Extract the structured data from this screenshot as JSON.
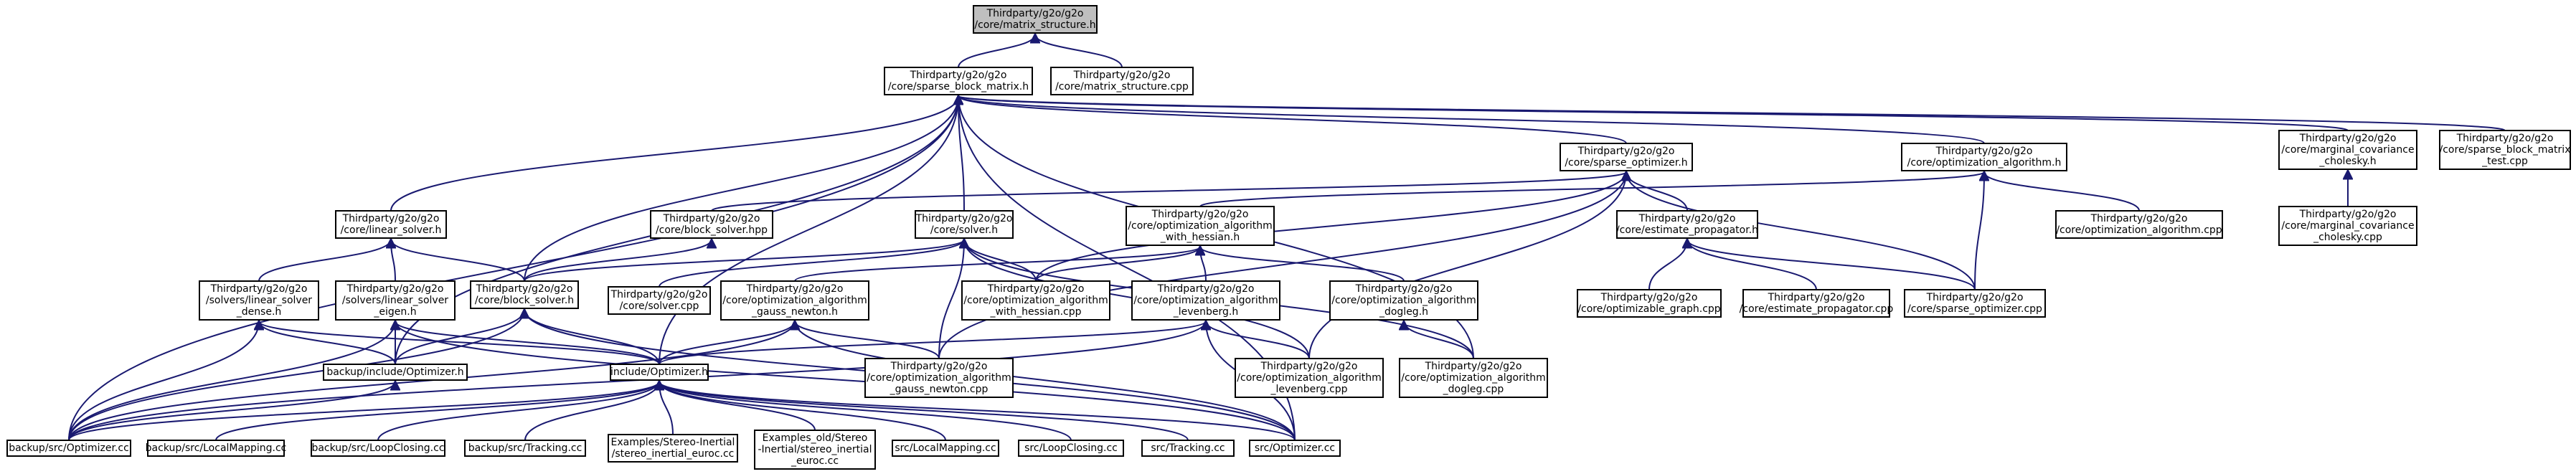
{
  "graph": {
    "edge_color": "#191970",
    "root_fill": "#bfbfbf",
    "nodes": [
      {
        "id": "ms_h",
        "lines": [
          "Thirdparty/g2o/g2o",
          "/core/matrix_structure.h"
        ],
        "root": true
      },
      {
        "id": "sbm_h",
        "lines": [
          "Thirdparty/g2o/g2o",
          "/core/sparse_block_matrix.h"
        ]
      },
      {
        "id": "ms_cpp",
        "lines": [
          "Thirdparty/g2o/g2o",
          "/core/matrix_structure.cpp"
        ]
      },
      {
        "id": "sparse_opt_h",
        "lines": [
          "Thirdparty/g2o/g2o",
          "/core/sparse_optimizer.h"
        ]
      },
      {
        "id": "opt_alg_h",
        "lines": [
          "Thirdparty/g2o/g2o",
          "/core/optimization_algorithm.h"
        ]
      },
      {
        "id": "marg_chol_h",
        "lines": [
          "Thirdparty/g2o/g2o",
          "/core/marginal_covariance",
          "_cholesky.h"
        ]
      },
      {
        "id": "sbm_test",
        "lines": [
          "Thirdparty/g2o/g2o",
          "/core/sparse_block_matrix",
          "_test.cpp"
        ]
      },
      {
        "id": "linear_solver_h",
        "lines": [
          "Thirdparty/g2o/g2o",
          "/core/linear_solver.h"
        ]
      },
      {
        "id": "block_solver_hpp",
        "lines": [
          "Thirdparty/g2o/g2o",
          "/core/block_solver.hpp"
        ]
      },
      {
        "id": "solver_h",
        "lines": [
          "Thirdparty/g2o/g2o",
          "/core/solver.h"
        ]
      },
      {
        "id": "oa_hessian_h",
        "lines": [
          "Thirdparty/g2o/g2o",
          "/core/optimization_algorithm",
          "_with_hessian.h"
        ]
      },
      {
        "id": "est_prop_h",
        "lines": [
          "Thirdparty/g2o/g2o",
          "/core/estimate_propagator.h"
        ]
      },
      {
        "id": "opt_alg_cpp",
        "lines": [
          "Thirdparty/g2o/g2o",
          "/core/optimization_algorithm.cpp"
        ]
      },
      {
        "id": "marg_chol_cpp",
        "lines": [
          "Thirdparty/g2o/g2o",
          "/core/marginal_covariance",
          "_cholesky.cpp"
        ]
      },
      {
        "id": "ls_dense_h",
        "lines": [
          "Thirdparty/g2o/g2o",
          "/solvers/linear_solver",
          "_dense.h"
        ]
      },
      {
        "id": "ls_eigen_h",
        "lines": [
          "Thirdparty/g2o/g2o",
          "/solvers/linear_solver",
          "_eigen.h"
        ]
      },
      {
        "id": "block_solver_h",
        "lines": [
          "Thirdparty/g2o/g2o",
          "/core/block_solver.h"
        ]
      },
      {
        "id": "solver_cpp",
        "lines": [
          "Thirdparty/g2o/g2o",
          "/core/solver.cpp"
        ]
      },
      {
        "id": "oa_gn_h",
        "lines": [
          "Thirdparty/g2o/g2o",
          "/core/optimization_algorithm",
          "_gauss_newton.h"
        ]
      },
      {
        "id": "oa_hessian_cpp",
        "lines": [
          "Thirdparty/g2o/g2o",
          "/core/optimization_algorithm",
          "_with_hessian.cpp"
        ]
      },
      {
        "id": "oa_lev_h",
        "lines": [
          "Thirdparty/g2o/g2o",
          "/core/optimization_algorithm",
          "_levenberg.h"
        ]
      },
      {
        "id": "oa_dogleg_h",
        "lines": [
          "Thirdparty/g2o/g2o",
          "/core/optimization_algorithm",
          "_dogleg.h"
        ]
      },
      {
        "id": "optimizable_graph_cpp",
        "lines": [
          "Thirdparty/g2o/g2o",
          "/core/optimizable_graph.cpp"
        ]
      },
      {
        "id": "est_prop_cpp",
        "lines": [
          "Thirdparty/g2o/g2o",
          "/core/estimate_propagator.cpp"
        ]
      },
      {
        "id": "sparse_opt_cpp",
        "lines": [
          "Thirdparty/g2o/g2o",
          "/core/sparse_optimizer.cpp"
        ]
      },
      {
        "id": "backup_include_opt_h",
        "lines": [
          "backup/include/Optimizer.h"
        ]
      },
      {
        "id": "include_opt_h",
        "lines": [
          "include/Optimizer.h"
        ]
      },
      {
        "id": "oa_gn_cpp",
        "lines": [
          "Thirdparty/g2o/g2o",
          "/core/optimization_algorithm",
          "_gauss_newton.cpp"
        ]
      },
      {
        "id": "oa_lev_cpp",
        "lines": [
          "Thirdparty/g2o/g2o",
          "/core/optimization_algorithm",
          "_levenberg.cpp"
        ]
      },
      {
        "id": "oa_dogleg_cpp",
        "lines": [
          "Thirdparty/g2o/g2o",
          "/core/optimization_algorithm",
          "_dogleg.cpp"
        ]
      },
      {
        "id": "backup_opt_cc",
        "lines": [
          "backup/src/Optimizer.cc"
        ]
      },
      {
        "id": "backup_lm_cc",
        "lines": [
          "backup/src/LocalMapping.cc"
        ]
      },
      {
        "id": "backup_lc_cc",
        "lines": [
          "backup/src/LoopClosing.cc"
        ]
      },
      {
        "id": "backup_tr_cc",
        "lines": [
          "backup/src/Tracking.cc"
        ]
      },
      {
        "id": "ex_stereo_inertial",
        "lines": [
          "Examples/Stereo-Inertial",
          "/stereo_inertial_euroc.cc"
        ]
      },
      {
        "id": "ex_old_stereo",
        "lines": [
          "Examples_old/Stereo",
          "-Inertial/stereo_inertial",
          "_euroc.cc"
        ]
      },
      {
        "id": "src_lm_cc",
        "lines": [
          "src/LocalMapping.cc"
        ]
      },
      {
        "id": "src_lc_cc",
        "lines": [
          "src/LoopClosing.cc"
        ]
      },
      {
        "id": "src_tr_cc",
        "lines": [
          "src/Tracking.cc"
        ]
      },
      {
        "id": "src_opt_cc",
        "lines": [
          "src/Optimizer.cc"
        ]
      }
    ],
    "edges": [
      [
        "ms_h",
        "sbm_h"
      ],
      [
        "ms_h",
        "ms_cpp"
      ],
      [
        "sbm_h",
        "sparse_opt_h"
      ],
      [
        "sbm_h",
        "opt_alg_h"
      ],
      [
        "sbm_h",
        "marg_chol_h"
      ],
      [
        "sbm_h",
        "sbm_test"
      ],
      [
        "sbm_h",
        "linear_solver_h"
      ],
      [
        "sbm_h",
        "solver_h"
      ],
      [
        "sbm_h",
        "block_solver_h"
      ],
      [
        "sbm_h",
        "backup_include_opt_h"
      ],
      [
        "sbm_h",
        "include_opt_h"
      ],
      [
        "sbm_h",
        "backup_opt_cc"
      ],
      [
        "sbm_h",
        "src_opt_cc"
      ],
      [
        "sbm_h",
        "oa_dogleg_cpp"
      ],
      [
        "sparse_opt_h",
        "block_solver_hpp"
      ],
      [
        "sparse_opt_h",
        "est_prop_h"
      ],
      [
        "sparse_opt_h",
        "sparse_opt_cpp"
      ],
      [
        "sparse_opt_h",
        "oa_hessian_cpp"
      ],
      [
        "sparse_opt_h",
        "oa_gn_cpp"
      ],
      [
        "sparse_opt_h",
        "oa_lev_cpp"
      ],
      [
        "opt_alg_h",
        "oa_hessian_h"
      ],
      [
        "opt_alg_h",
        "opt_alg_cpp"
      ],
      [
        "opt_alg_h",
        "sparse_opt_cpp"
      ],
      [
        "marg_chol_h",
        "marg_chol_cpp"
      ],
      [
        "linear_solver_h",
        "ls_dense_h"
      ],
      [
        "linear_solver_h",
        "ls_eigen_h"
      ],
      [
        "linear_solver_h",
        "block_solver_h"
      ],
      [
        "block_solver_hpp",
        "block_solver_h"
      ],
      [
        "solver_h",
        "block_solver_h"
      ],
      [
        "solver_h",
        "solver_cpp"
      ],
      [
        "solver_h",
        "oa_hessian_cpp"
      ],
      [
        "solver_h",
        "oa_gn_cpp"
      ],
      [
        "solver_h",
        "oa_lev_cpp"
      ],
      [
        "solver_h",
        "oa_dogleg_cpp"
      ],
      [
        "oa_hessian_h",
        "oa_gn_h"
      ],
      [
        "oa_hessian_h",
        "oa_lev_h"
      ],
      [
        "oa_hessian_h",
        "oa_dogleg_h"
      ],
      [
        "oa_hessian_h",
        "oa_hessian_cpp"
      ],
      [
        "est_prop_h",
        "optimizable_graph_cpp"
      ],
      [
        "est_prop_h",
        "est_prop_cpp"
      ],
      [
        "est_prop_h",
        "sparse_opt_cpp"
      ],
      [
        "ls_dense_h",
        "backup_include_opt_h"
      ],
      [
        "ls_dense_h",
        "include_opt_h"
      ],
      [
        "ls_dense_h",
        "backup_opt_cc"
      ],
      [
        "ls_eigen_h",
        "backup_include_opt_h"
      ],
      [
        "ls_eigen_h",
        "include_opt_h"
      ],
      [
        "ls_eigen_h",
        "backup_opt_cc"
      ],
      [
        "ls_eigen_h",
        "src_opt_cc"
      ],
      [
        "block_solver_h",
        "backup_include_opt_h"
      ],
      [
        "block_solver_h",
        "include_opt_h"
      ],
      [
        "block_solver_h",
        "backup_opt_cc"
      ],
      [
        "block_solver_h",
        "src_opt_cc"
      ],
      [
        "oa_gn_h",
        "oa_gn_cpp"
      ],
      [
        "oa_gn_h",
        "include_opt_h"
      ],
      [
        "oa_gn_h",
        "backup_opt_cc"
      ],
      [
        "oa_gn_h",
        "src_opt_cc"
      ],
      [
        "oa_lev_h",
        "oa_lev_cpp"
      ],
      [
        "oa_lev_h",
        "include_opt_h"
      ],
      [
        "oa_lev_h",
        "backup_opt_cc"
      ],
      [
        "oa_lev_h",
        "src_opt_cc"
      ],
      [
        "oa_dogleg_h",
        "oa_dogleg_cpp"
      ],
      [
        "backup_include_opt_h",
        "backup_opt_cc"
      ],
      [
        "include_opt_h",
        "backup_opt_cc"
      ],
      [
        "include_opt_h",
        "backup_lm_cc"
      ],
      [
        "include_opt_h",
        "backup_lc_cc"
      ],
      [
        "include_opt_h",
        "backup_tr_cc"
      ],
      [
        "include_opt_h",
        "ex_stereo_inertial"
      ],
      [
        "include_opt_h",
        "ex_old_stereo"
      ],
      [
        "include_opt_h",
        "src_lm_cc"
      ],
      [
        "include_opt_h",
        "src_lc_cc"
      ],
      [
        "include_opt_h",
        "src_tr_cc"
      ],
      [
        "include_opt_h",
        "src_opt_cc"
      ]
    ]
  }
}
